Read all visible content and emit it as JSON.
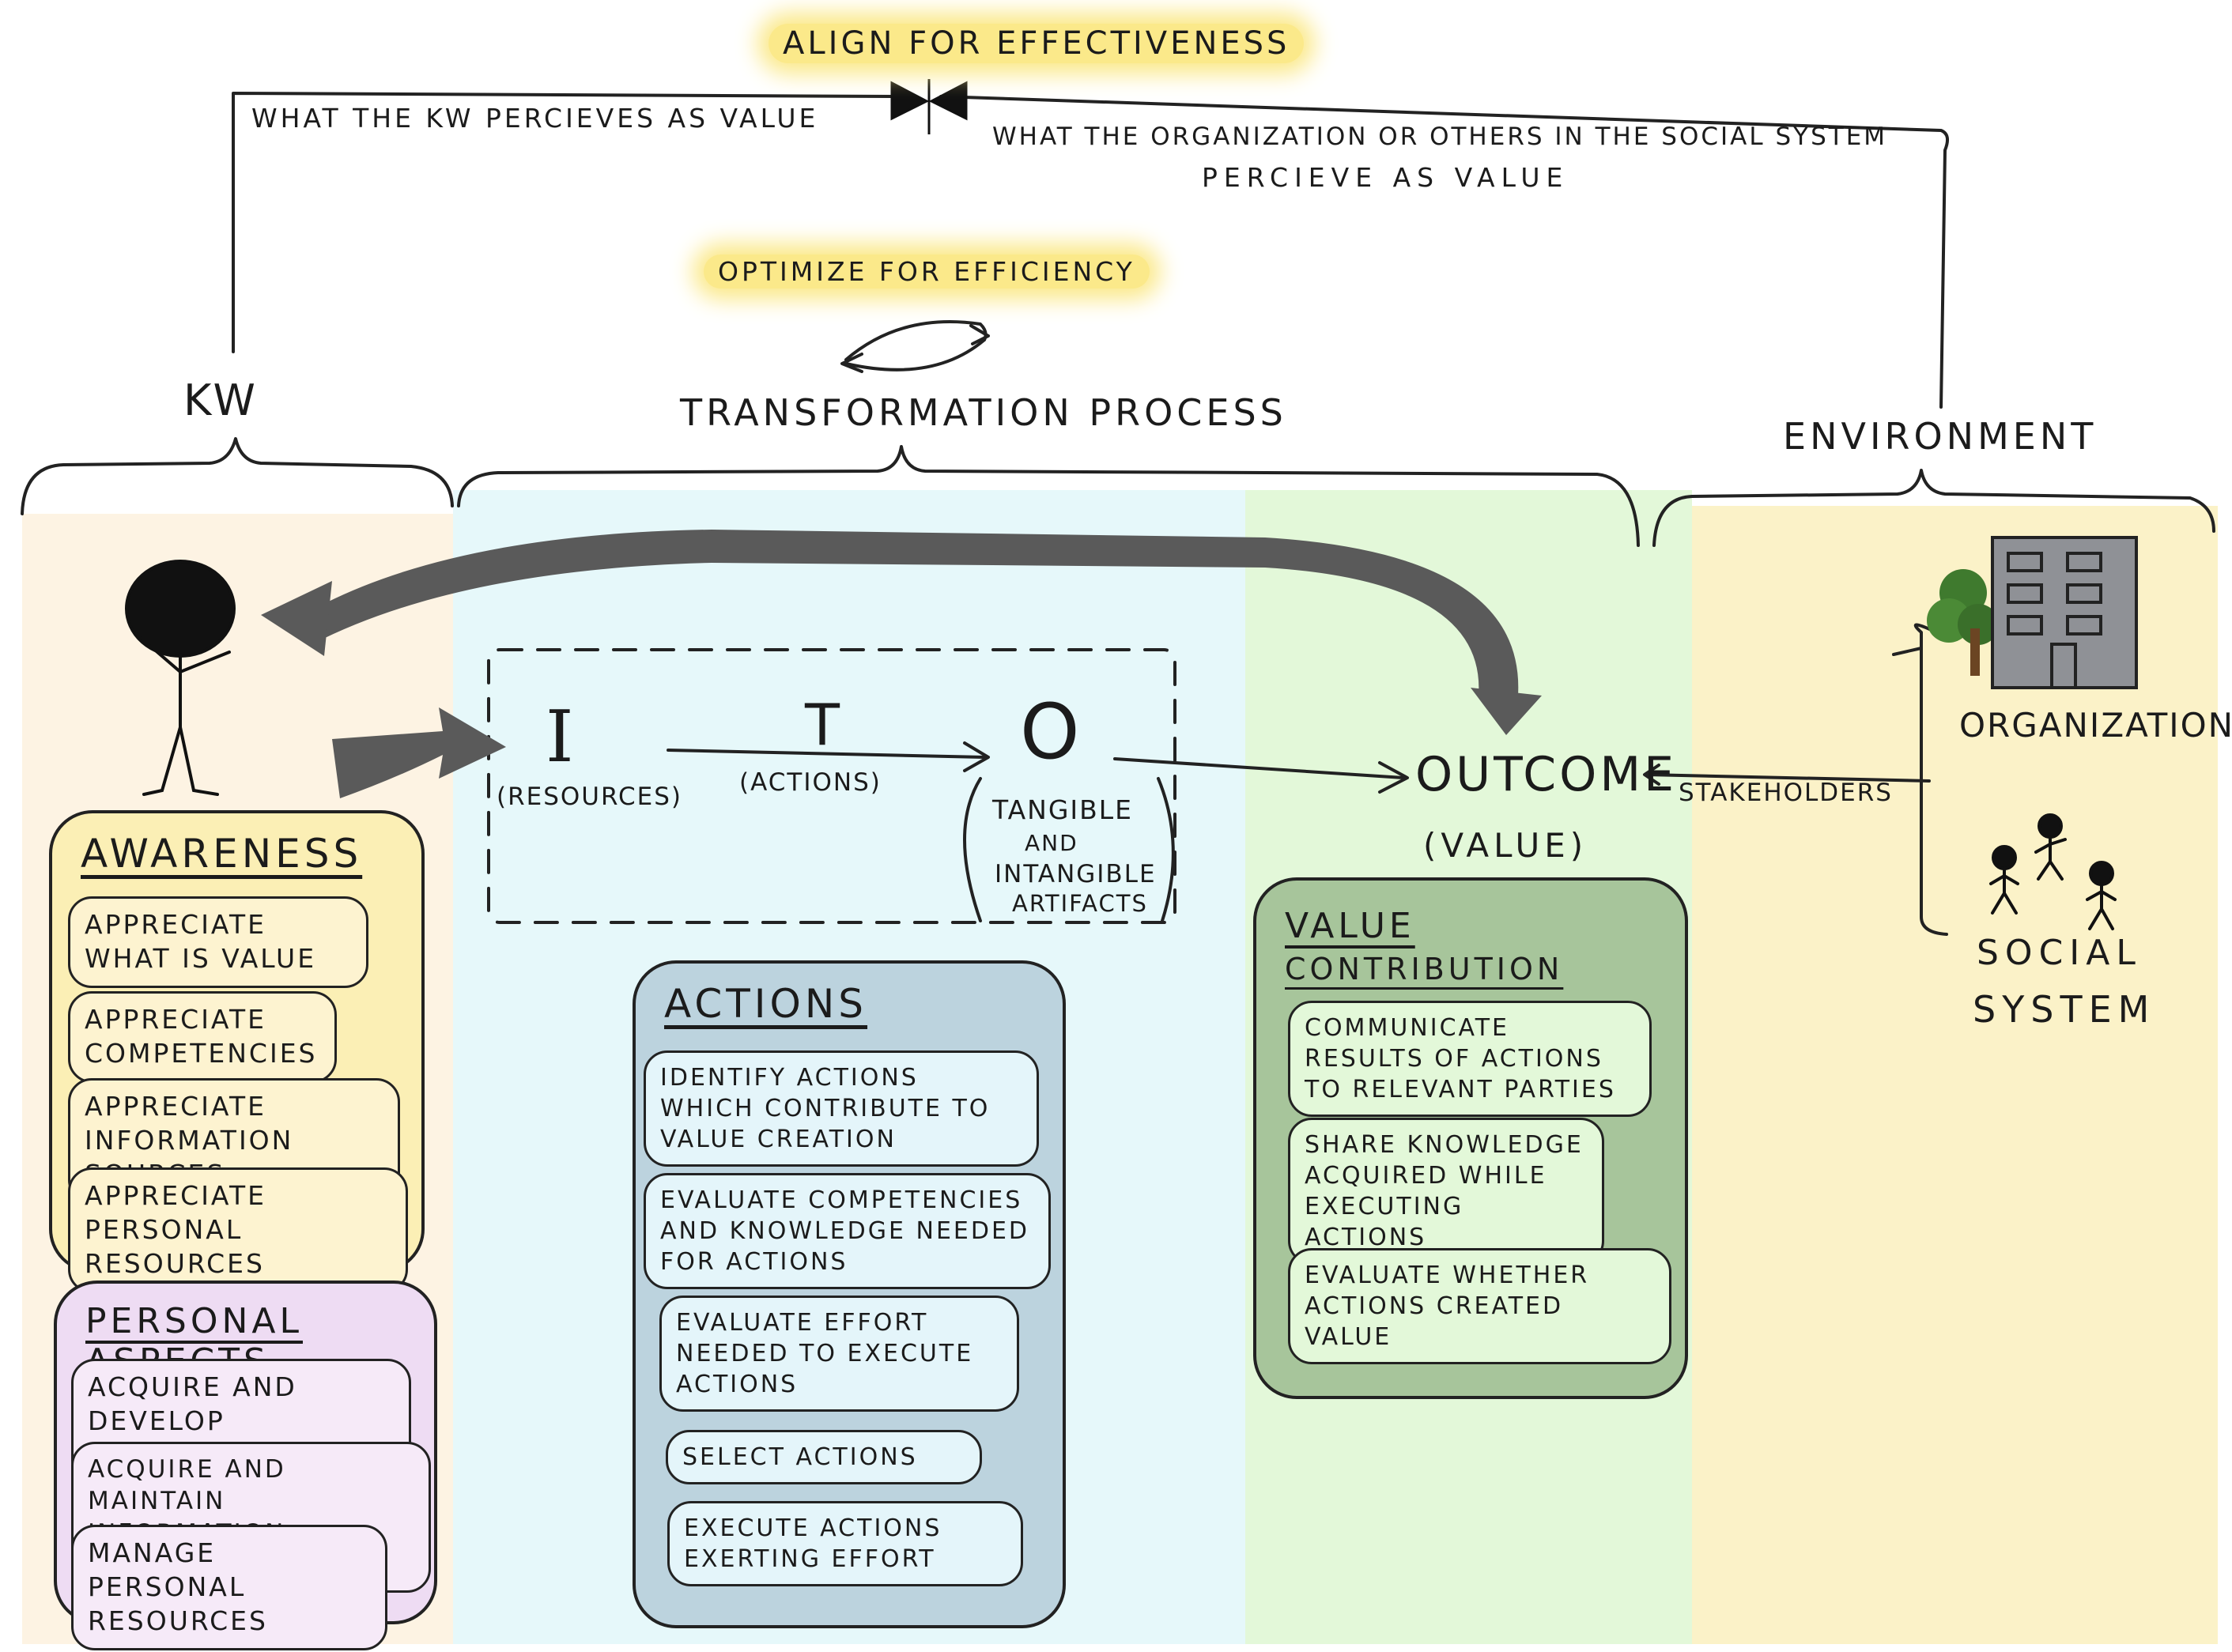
{
  "top": {
    "align_label": "Align for effectiveness",
    "kw_value_label": "What the KW percieves as value",
    "org_value_label_line1": "What the organization or others in the social system",
    "org_value_label_line2": "percieve as value",
    "optimize_label": "Optimize for efficiency"
  },
  "headers": {
    "kw": "KW",
    "transformation": "Transformation process",
    "environment": "Environment"
  },
  "process": {
    "input_symbol": "I",
    "input_label": "(Resources)",
    "transform_symbol": "T",
    "transform_label": "(Actions)",
    "output_symbol": "O",
    "output_line1": "Tangible",
    "output_line2": "and",
    "output_line3": "intangible",
    "output_line4": "artifacts",
    "outcome": "Outcome",
    "outcome_value": "(Value)",
    "stakeholders": "Stakeholders"
  },
  "environment": {
    "organization": "Organization",
    "social_line1": "Social",
    "social_line2": "System"
  },
  "awareness": {
    "title": "Awareness",
    "items": [
      "Appreciate what is value",
      "Appreciate competencies",
      "Appreciate information sources",
      "Appreciate personal resources"
    ]
  },
  "personal_aspects": {
    "title": "Personal aspects",
    "items": [
      "Acquire and develop competencies",
      "Acquire and maintain information sources",
      "Manage personal resources"
    ]
  },
  "actions": {
    "title": "Actions",
    "items": [
      "Identify actions which contribute to value creation",
      "Evaluate competencies and knowledge needed for actions",
      "Evaluate effort needed to execute actions",
      "Select actions",
      "Execute actions exerting effort"
    ]
  },
  "value_contribution": {
    "title_line1": "Value",
    "title_line2": "contribution",
    "items": [
      "Communicate results of actions to relevant parties",
      "Share knowledge acquired while executing actions",
      "Evaluate whether actions created value"
    ]
  },
  "colors": {
    "kw_bg": "#fdf3e3",
    "process_bg": "#e6f8fa",
    "outcome_bg": "#e3f8d9",
    "environment_bg": "#fbf2c8",
    "awareness_fill": "#fbefb5",
    "personal_fill": "#eedcf3",
    "actions_fill": "#bcd3de",
    "value_fill": "#a7c59b",
    "highlight": "#fbe98a",
    "arrow_gray": "#5a5a5a"
  }
}
